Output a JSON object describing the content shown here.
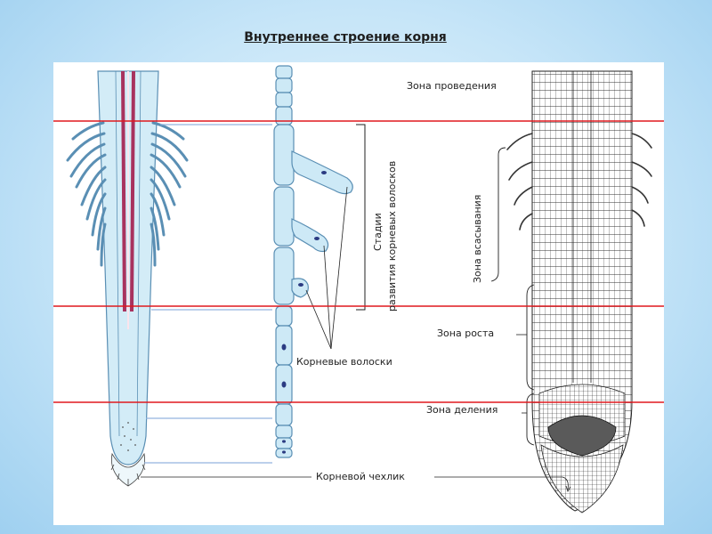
{
  "title": "Внутреннее строение корня",
  "labels": {
    "conduction_zone": "Зона проведения",
    "absorption_zone": "Зона всасывания",
    "growth_zone": "Зона роста",
    "division_zone": "Зона деления",
    "root_hairs": "Корневые волоски",
    "root_cap": "Корневой чехлик",
    "hair_stages_line1": "Стадии",
    "hair_stages_line2": "развития корневых волосков"
  },
  "colors": {
    "zone_boundary_line": "#e0191f",
    "root_fill": "#cfeaf6",
    "root_outline": "#5a8fb4",
    "vascular_stripe": "#a8325e"
  }
}
